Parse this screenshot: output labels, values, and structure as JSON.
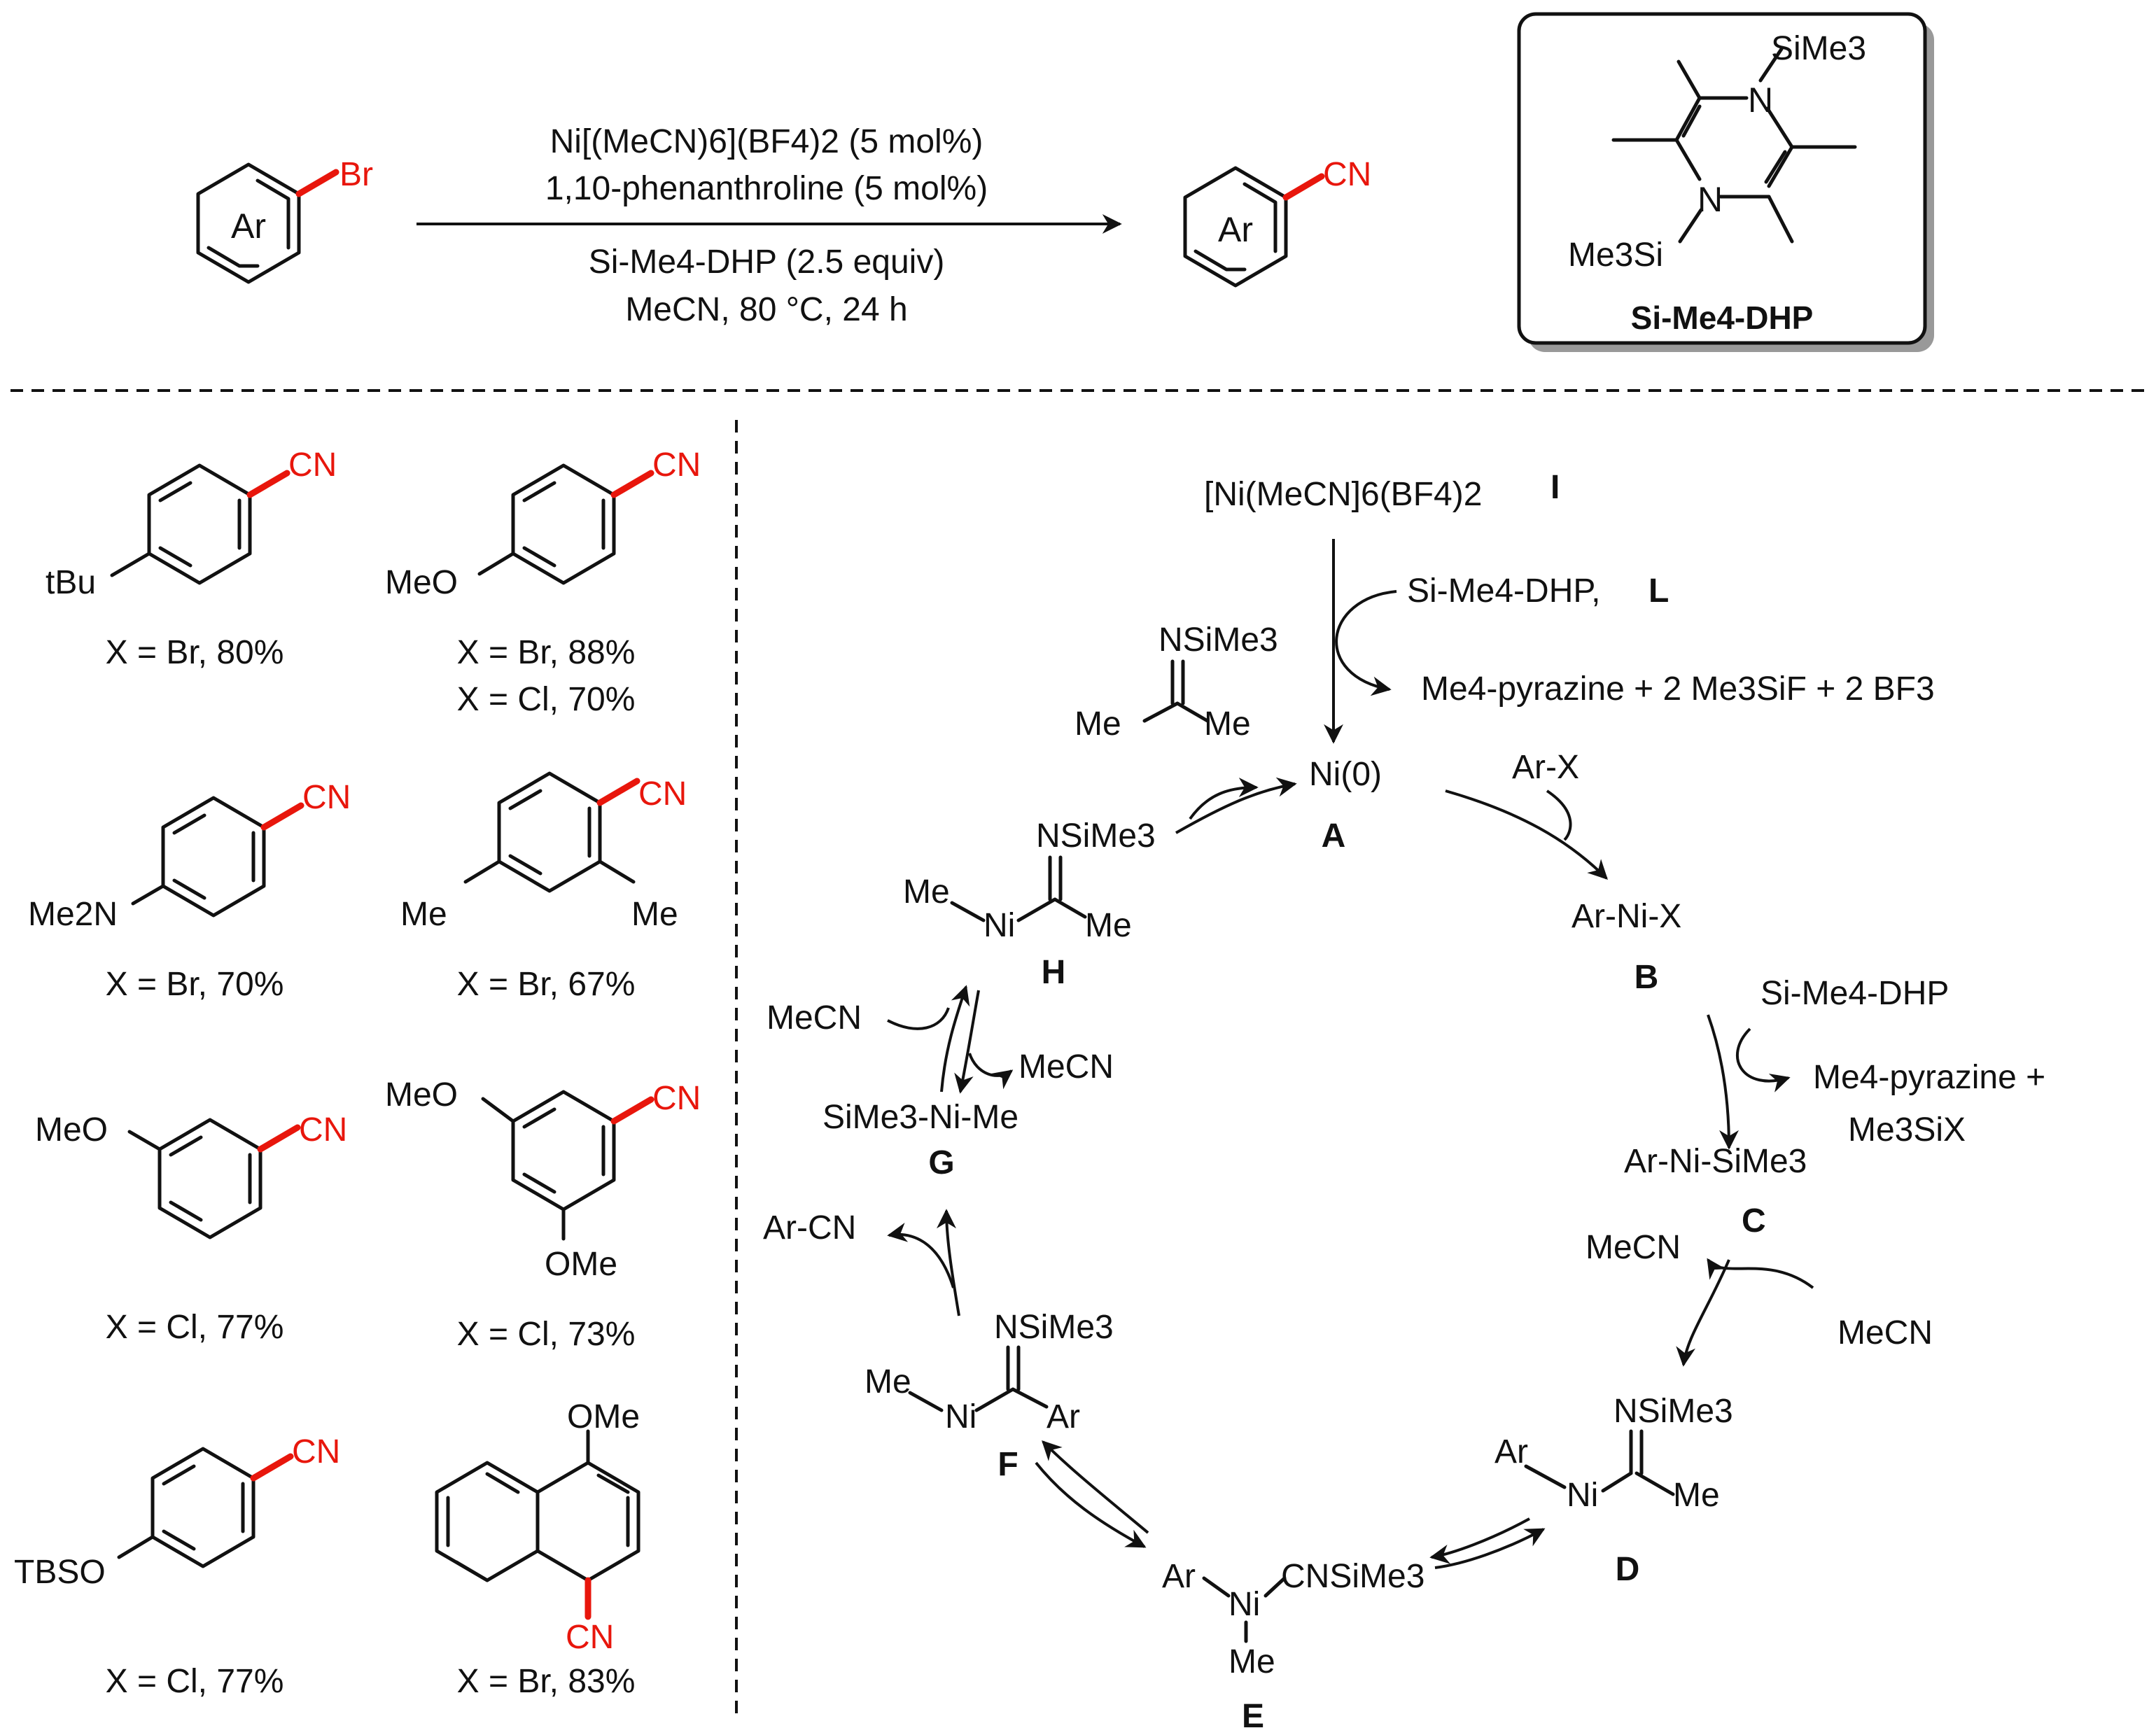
{
  "scheme": {
    "ar_label": "Ar",
    "br_label": "Br",
    "cn_label": "CN",
    "cond1": "Ni[(MeCN)6](BF4)2 (5 mol%)",
    "cond2": "1,10-phenanthroline (5 mol%)",
    "cond3": "Si-Me4-DHP (2.5 equiv)",
    "cond4": "MeCN, 80 °C, 24 h",
    "reagent_box_title": "Si-Me4-DHP"
  },
  "dhp": {
    "n": "N",
    "sime3": "SiMe3",
    "me3si": "Me3Si"
  },
  "scope": [
    {
      "name": "tBu",
      "sub": "tBu",
      "yield": "X = Br, 80%"
    },
    {
      "name": "OMe-para",
      "sub": "MeO",
      "yield": "X = Br, 88%",
      "yield2": "X = Cl, 70%"
    },
    {
      "name": "NMe2",
      "sub": "Me2N",
      "yield": "X = Br, 70%"
    },
    {
      "name": "dimethyl",
      "sub1": "Me",
      "sub2": "Me",
      "yield": "X = Br, 67%"
    },
    {
      "name": "OMe-meta",
      "sub": "MeO",
      "yield": "X = Cl, 77%"
    },
    {
      "name": "dimethoxy",
      "sub1": "MeO",
      "sub2": "OMe",
      "yield": "X = Cl, 73%"
    },
    {
      "name": "OTBS",
      "sub": "TBSO",
      "yield": "X = Cl, 77%"
    },
    {
      "name": "naphthyl",
      "sub": "OMe",
      "yield": "X = Br, 83%"
    }
  ],
  "cycle": {
    "I_formula": "[Ni(MeCN]6(BF4)2",
    "I_label": "I",
    "reduct_in": "Si-Me4-DHP,",
    "L_label": "L",
    "reduct_out": "Me4-pyrazine + 2 Me3SiF + 2 BF3",
    "A_formula": "Ni(0)",
    "A_label": "A",
    "arx": "Ar-X",
    "B_formula": "Ar-Ni-X",
    "B_label": "B",
    "dhp2": "Si-Me4-DHP",
    "byprod1": "Me4-pyrazine +",
    "byprod2": "Me3SiX",
    "C_formula": "Ar-Ni-SiMe3",
    "C_label": "C",
    "mecn": "MeCN",
    "D_label": "D",
    "E_label": "E",
    "F_label": "F",
    "G_formula": "SiMe3-Ni-Me",
    "G_label": "G",
    "H_label": "H",
    "ar_cn": "Ar-CN",
    "nsime3": "NSiMe3",
    "me": "Me",
    "ni": "Ni",
    "ar": "Ar",
    "cnsime3": "CNSiMe3"
  }
}
